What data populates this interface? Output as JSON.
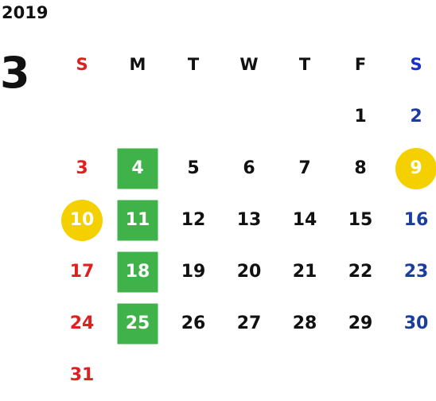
{
  "year": "2019",
  "month": "3",
  "weekdays": [
    "S",
    "M",
    "T",
    "W",
    "T",
    "F",
    "S"
  ],
  "weeks": [
    [
      "",
      "",
      "",
      "",
      "",
      "1",
      "2"
    ],
    [
      "3",
      "4",
      "5",
      "6",
      "7",
      "8",
      "9"
    ],
    [
      "10",
      "11",
      "12",
      "13",
      "14",
      "15",
      "16"
    ],
    [
      "17",
      "18",
      "19",
      "20",
      "21",
      "22",
      "23"
    ],
    [
      "24",
      "25",
      "26",
      "27",
      "28",
      "29",
      "30"
    ],
    [
      "31",
      "",
      "",
      "",
      "",
      "",
      ""
    ]
  ],
  "highlights": {
    "green_square": [
      "4",
      "11",
      "18",
      "25"
    ],
    "yellow_circle": [
      "9",
      "10"
    ]
  },
  "colors": {
    "sunday": "#e02020",
    "saturday": "#1a3d9e",
    "green": "#3fb24a",
    "yellow": "#f5d000"
  }
}
